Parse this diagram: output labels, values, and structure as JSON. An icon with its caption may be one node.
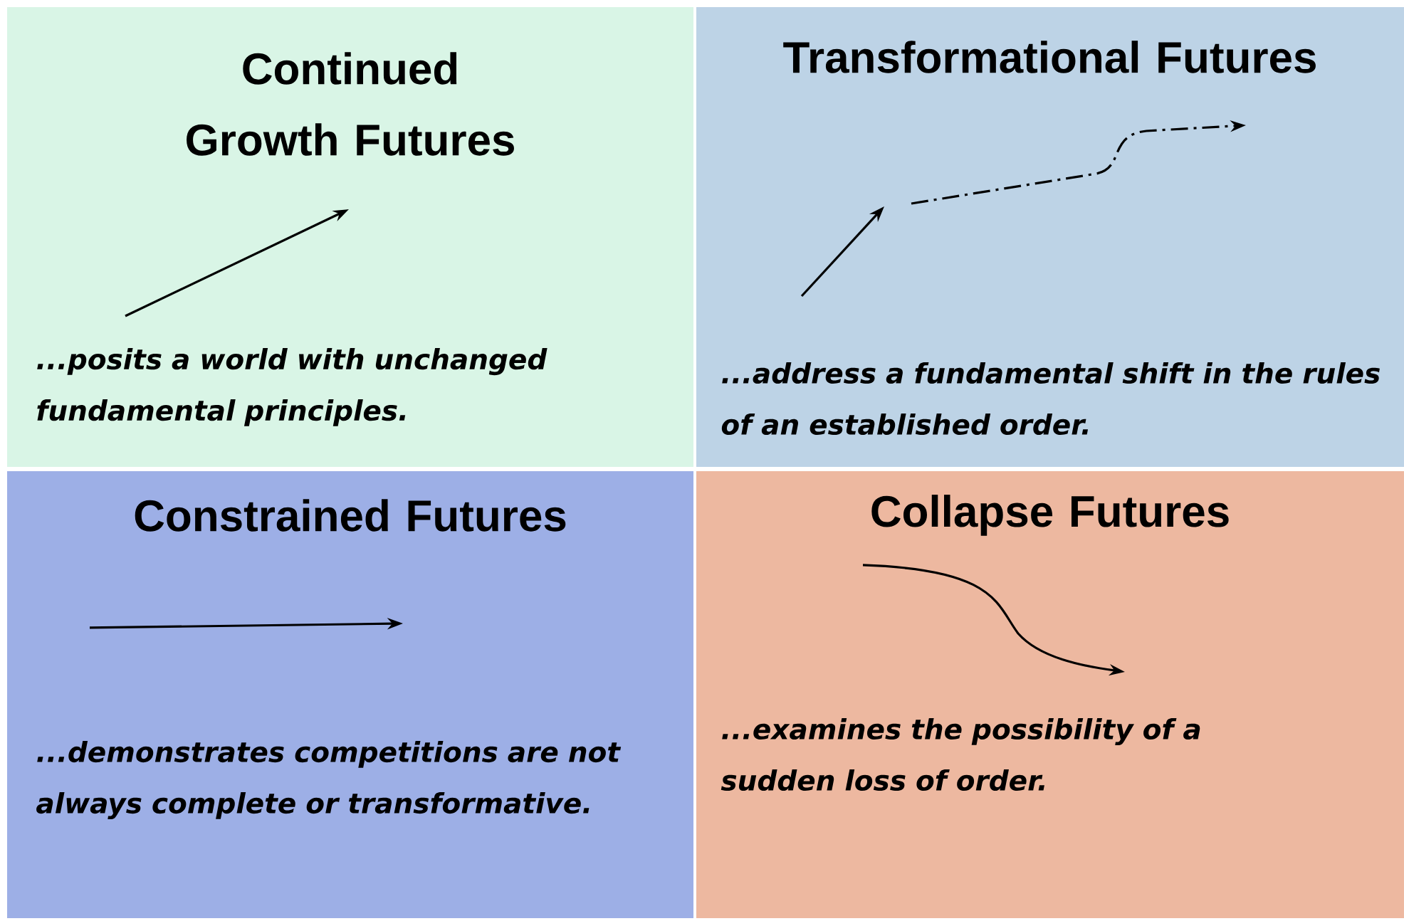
{
  "diagram": {
    "nodes": [
      {
        "text": [
          "Continued Growth Futures",
          "...posits a world with unchanged fundamental principles."
        ]
      },
      {
        "text": [
          "Transformational Futures",
          "...address a fundamental shift in the rules of an established order."
        ]
      },
      {
        "text": [
          "Constrained Futures",
          "...demonstrates competitions are not always complete or transformative."
        ]
      },
      {
        "text": [
          "Collapse Futures",
          "...examines the possibility of a sudden loss of order."
        ]
      }
    ]
  }
}
